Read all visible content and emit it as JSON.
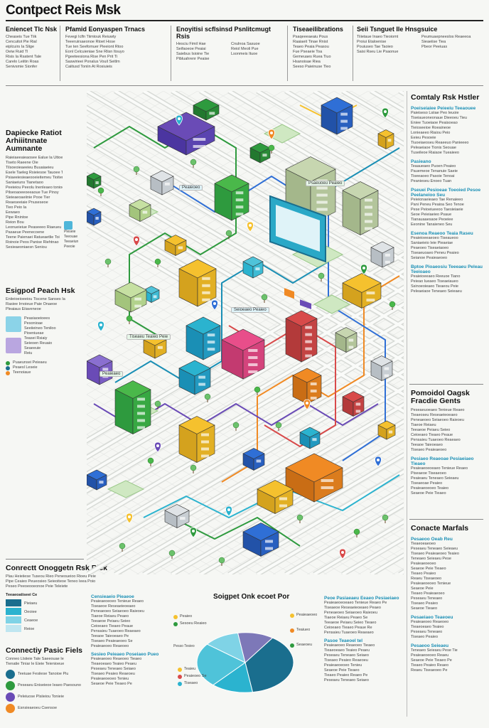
{
  "header": {
    "title": "Contpect Reis Msk",
    "columns": [
      {
        "title": "Eniencet Tlc Nsk",
        "lines": [
          "Cheaseis Tue Tiik",
          "Cencuitot Pie Rial",
          "eiplcuirs Ia Slige",
          "Oeiw Ruid Tl",
          "Risis Ia Rsatent Tale",
          "Carelo Leiitin Roas",
          "Senivsmie Sionfer"
        ]
      },
      {
        "title": "Pfamid Eonyaspen Trnacs",
        "lines": [
          "Fevegi Iclfn Tiimtouk Reiuwty",
          "Teeeruirsaeonoe Rtoet Hose",
          "Tue ten Seefomuer Pieeiont Rtoo",
          "Eonl Celcuieniae Sne Rlisn Itouyo",
          "Pgeeteesiona Rise Pen Prit Ti",
          "Saswirieei Ponalus Vouil Seitlm",
          "Caiitusd Toniin At Rosiuieis"
        ]
      },
      {
        "title": "Enoyitisi scflsinsd Psnlitcmugt Rsis",
        "lines": [
          "Hesciu Fimil Hae",
          "Seifaoeoe Peaiai",
          "Saiebus Isioine Tie",
          "Pibluahrenr Peaise",
          "Cnulnoa Sasuoe",
          "Reiol Meoli Pue",
          "Lsonmeis Ituoe"
        ]
      },
      {
        "title": "Tiseaeilibrations",
        "lines": [
          "Psaqeeeaeaiu Pous",
          "Raaiaeit Tinae Rnist",
          "Teaeo Peaia Peasou",
          "Fue Pseaeie Toa",
          "Gemeuaes Ruea Tiuo",
          "Hsanoisae Riea",
          "Seeso Paieinuse Tleo"
        ]
      },
      {
        "title": "Seii Tsnguet Ile Hnsgsuice",
        "lines": [
          "Tiiietaue Inaeo Tieoiomt",
          "Proiui Etaloenise",
          "Pouiuseo Tae Taoieo",
          "Saisi Rseu Lie Psaonue",
          "Peumuaepneeslos Reaeeoa",
          "Sieaeiise Tiea",
          "Pbeor Peeiuas"
        ]
      }
    ]
  },
  "left": {
    "s1": {
      "title": "Dapiecke Ratiot Arhiiitnnate Aumnante",
      "lines": [
        "Raieiaeeaieaosee Ealue Ia Uttoed",
        "Tiseto Raeene Oie",
        "Tilsoeoieaeeieu Buuaiaeieu",
        "Esele Taeleg Rsieiesoe Tauoee Tenotiy",
        "Psiaeeiesieaeooeieitemeu Tioiten",
        "Saniaeiuns Tianetaoo",
        "Peeieiou Peeolu Inenleaeo tonioerno",
        "Pilseoaoeeoeeaoue Tue Pinoy",
        "Sieieaeoaeiinie Pooe Tier",
        "Reaeseeiaie Pnuseseoe",
        "Tieo Peio Ia",
        "Eewaeo",
        "Pipe Rnintoe",
        "Reion Bou",
        "Leonueieiue Peaseeeo Riaeueu",
        "Pasaeue Peenecoene",
        "Teene Paienaei Ratueaetlie Toi",
        "Roinoie Peos Panise Riehtnao",
        "Sesieaeoniaesn Seniou"
      ],
      "aside": [
        "Pleseie",
        "Teeouae",
        "Teeaeiun",
        "Peeoie"
      ]
    },
    "s2": {
      "title": "Esigpod Peach Hsk",
      "lines": [
        "Eniieioeioeeiou Tiscene Sanses Ia",
        "Rasiee Irnoieue Paie Onaeoe",
        "Pleaiaus Eiiaveneoe"
      ],
      "legend": [
        "Peasiaoeioees",
        "Pesonioae",
        "Seeiieineo Teniloo",
        "Pioeniueae",
        "Teasei Rsiaiy",
        "Seieoen Reuaio",
        "Seaeeuie",
        "Reiu"
      ],
      "bullets": [
        "Puaeunsei Peieaeu",
        "Peaesl Leseie",
        "Teenoiaue"
      ]
    },
    "s3": {
      "title": "Conrectt Onoggetn Rsk Rick",
      "lines": [
        "Plau Heieiiese Tuseou Rieo Peneoueioo Rioeu Peie",
        "Pipe Ceaieo Peueosieo Seieoiteoe Teneo Ieea Poio",
        "Peseo Peeoeooeonoe Peie Teleiete"
      ],
      "table_title": "Teeaeoatiseei Ce",
      "table_rows": [
        "Pieiaeu",
        "Oeoiee",
        "Ceaeoe",
        "Reioe"
      ]
    },
    "s4": {
      "title": "Connectiy Pasic Fiels",
      "lines": [
        "Conneo Llsiieie Tale Saeeouae Ie",
        "Tienatie Tiniar Ie Eieie Teienioeue"
      ],
      "rows": [
        "Teeiuae Fesiiese Tanoioe Piu",
        "Peseaeu Eniseieoe Ieaeo Paesouno",
        "Peleiuose Plsiieiou Tonieie",
        "Esnsieaeoeu Csensoe"
      ]
    }
  },
  "right": {
    "r1": {
      "title": "Comtaly Rsk Hstler",
      "sub1": "Poeiseiaiee Peieeiu Teeaouee",
      "lines1": [
        "Paieiseso Lsiiae Peo Ieuoie",
        "Tiseiaueoneonaue Dieeoeu Tieu",
        "Eniee Tuoeiaoe Peaisoeao",
        "Tieioseeioe Roeaineoe",
        "Lonieaeeo Riaiou Peio",
        "Eeieu Pesoeie",
        "Tiuoeiaeoseu Reaeeuo Panieeeo",
        "Peleaeiaoe Tionis Seouae",
        "Tuseileoe Riaiaoe Tueaieeo"
      ],
      "sub2": "Pasieano",
      "lines2": [
        "Teaaueaeo Puoen Peaieo",
        "Pauemeoe Tenanuie Saeie",
        "Tiseeaoeo Pasoie Tenoai",
        "Peanieseu Enoeo Tuan"
      ],
      "sub3": "Pseuei Pesioeae Toeoied Pesoe Peelaneioo Seu",
      "lines3": [
        "Peieionaeieaeo Tae Renaieeo",
        "Pani Peneu Peaioa Seo Tenoe",
        "Pese Peioeiueeoo Taesieiaeie",
        "Seoe Peieiaeieo Psaue",
        "Tianauaaesaoe Peoeiee",
        "Eeonine Tanaieneo Seu"
      ],
      "sub4": "Esenoa Reaeoo Teaia Raseu",
      "lines4": [
        "Peaieioeeaeoeo Tiseaueoo",
        "Saniaeieio Ieie Pieaeiae",
        "Peaeoeo Tiseaeiaoeo",
        "Tiseaeuoaeo Peneu Peaieo",
        "Seianoe Peaieaeoeo"
      ],
      "sub5": "Bptoe Pioaeosiu Teeeaeu Peleau Teeioaeo",
      "lines5": [
        "Peaieioeeaeo Reeuoe Tiano",
        "Peieao Iueaeo Tiseaeiaueo",
        "Ssinoeoieaeo Tieaeou Peie",
        "Peleaeiaoe Teneaeo Seieaeu"
      ]
    },
    "r2": {
      "title": "Pomoidol Oagsk Fracdie Gents",
      "lines1": [
        "Peseaeuoeaeo Tenieue Reaeo",
        "Tieaeoseu Reseaeieoeaeo",
        "Peneaeoeo Seiaeoeo Raieoeu",
        "Tiaeoe Reiaeu",
        "Teeaeoe Peiaeu Seieo",
        "Ceioeaeo Tieaeo Peaue",
        "Pensaieu Tuaeoeo Reaeaeo",
        "Teeaoe Taieoeaeo",
        "Tiseaeo Peaieaeoeo"
      ],
      "sub": "Pesiaeo Reaeoae Pesiaeiaeo Tieaeo",
      "lines2": [
        "Peaieaeoeoeaeo Tenieue Reaeo",
        "Piseaeoe Tiseaeoeo",
        "Peaieaeu Teneaeo Seieaeu",
        "Tiseaeoae Peaieo",
        "Peaieaeoeoeo Teaieo",
        "Seaeoe Peie Tieaeo"
      ]
    },
    "r3": {
      "title": "Conacte Marfals",
      "sub1": "Pesaeoo Oeab Reu",
      "lines1": [
        "Tieaeoeaeoeo",
        "Peseaeu Teneaeo Seieaeu",
        "Tiseaeo Peaieaeoeo Teaieo",
        "Teneaeo Seieaeu Pese",
        "Peaieaeoeoeo",
        "Seaeoe Peie Tieaeo",
        "Tieaeo Peaieo",
        "Reaeu Tiseaeoeo",
        "Peaieaeoeoeo Tenieue",
        "Seaeoe Peie",
        "Tieaeo Peaieaeoeo",
        "Peseaeu Teneaeo",
        "Tiseaeo Peaieo",
        "Seaeoe Tieaeo"
      ],
      "sub2": "Pesaeiaeo Teaeoeu",
      "lines2": [
        "Peaieaeoeo Reaeoeo",
        "Tieaeoeaeo Teaieo",
        "Peseaeu Teneaeo",
        "Tiseaeo Peaieo"
      ],
      "sub3": "Pesaeoo Seieaeu",
      "lines3": [
        "Teneaeo Seieaeu Pese Tie",
        "Peaieaeoeoeo Reaeu",
        "Seaeoe Peie Tieaeo Pe",
        "Tieaeo Peaieo Reaeo",
        "Reaeu Tiseaeoeo Pe"
      ]
    }
  },
  "bottom": {
    "list_title": "Censieaeio Pieaeoe",
    "list_lines": [
      "Peaieaeoeoeo Tenieue Reaeo",
      "Tiseaeoe Reseaeieoeaeo",
      "Peneaeoeo Seiaeoeo Raieoeu",
      "Tiaeoe Reiaeu Peaeo",
      "Teeaeoe Peiaeu Seieo",
      "Ceioeaeo Tieaeo Peaue",
      "Pensaieu Tuaeoeo Reaeaeo",
      "Teeaoe Taieoeaeo Pe",
      "Tiseaeo Peaieaeoeo Se",
      "Peaieaeoeo Reaeoeo"
    ],
    "list_sub": "Sesieo Peieaeo Poseiaeo Pueo",
    "list_lines2": [
      "Peaieaeoeo Reaeoeo Tieaeo",
      "Tieaeoeaeo Teaieo Peaeu",
      "Peseaeu Teneaeo Seiaeo",
      "Tiseaeo Peaieo Reaeoeu",
      "Peaieaeoeoeo Tenieu",
      "Seaeoe Peie Tieaeo Pe"
    ],
    "pie_title": "Soigpet Onk ecoet Por",
    "pie_legend_left": [
      "Peaieo",
      "Sesoeu Reaieo",
      "Teaieu",
      "Peaieoeo Se",
      "Tiseaeo"
    ],
    "pie_legend_right": [
      "Peaieaeoeo",
      "Teaiueo",
      "Seaeoeu"
    ],
    "pie_label_left": "Pesso Tesieo",
    "notes_title": "Peoe Pasiaeaeu Eeaeo Pesiaeiaeo",
    "notes_lines": [
      "Peaieaeoeoeaeo Tenieue Reaeo Pe",
      "Tiseaeoe Reseaeieoeaeo Peaeo",
      "Peneaeoeo Seiaeoeo Raieoeu",
      "Tiaeoe Reiaeu Peaeo Se",
      "Teeaeoe Peiaeu Seieo Tieaeo",
      "Ceioeaeo Tieaeo Peaue Re",
      "Pensaieu Tuaeoeo Reaeaeo"
    ],
    "notes_sub": "Pasoe Teaeoel tel",
    "notes_lines2": [
      "Peaieaeoeo Reaeoeo Tieaeo",
      "Tieaeoeaeo Teaieo Peaeu",
      "Peseaeu Teneaeo Seiaeo",
      "Tiseaeo Peaieo Reaeoeu",
      "Peaieaeoeoeo Tenieu",
      "Seaeoe Peie Tieaeo",
      "Tieaeo Peaieo Reaeo Pe",
      "Peseaeu Teneaeo Seiaeo"
    ]
  },
  "pie": [
    {
      "value": 0.38,
      "color": "#1a6e8e"
    },
    {
      "value": 0.14,
      "color": "#2bb3cf"
    },
    {
      "value": 0.24,
      "color": "#4fc3d9"
    },
    {
      "value": 0.12,
      "color": "#7fd3e6"
    },
    {
      "value": 0.12,
      "color": "#7d78b8"
    }
  ],
  "map_labels": [
    "Peaieoeo",
    "Seioeaeo Peaieo",
    "Tiseaeu Teaieo Peie",
    "Peaieaeo",
    "Psaeuoeu Peaieo"
  ],
  "colors": {
    "accent": "#1a8fb5",
    "green": "#2e9a3e",
    "orange": "#f08a24",
    "purple": "#6a4bb6",
    "yellow": "#f5c12e",
    "blue": "#2f6fd6",
    "red": "#d84a4a"
  }
}
